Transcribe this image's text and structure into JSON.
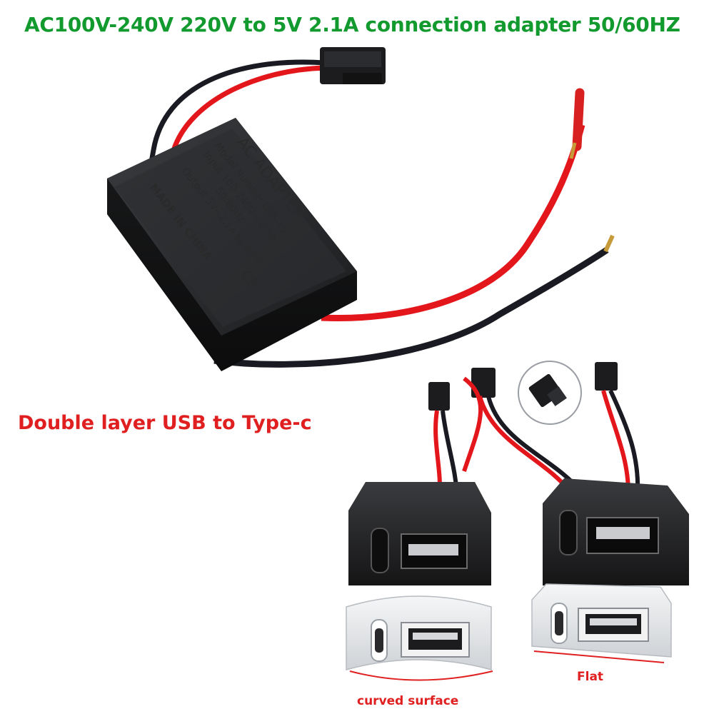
{
  "headline": "AC100V-240V 220V to 5V 2.1A connection adapter 50/60HZ",
  "subheadline": "Double layer USB to Type-c",
  "labels": {
    "curved": "curved surface",
    "flat": "Flat"
  },
  "adapter_label": {
    "line1": "AC ADAPTER",
    "line2": "Model Number DYS-19",
    "line3": "Input 100-240V~ 0.5A",
    "line4": "50/60Hz",
    "line5": "Output 5V⎓2.1A ta 45°C",
    "line6": "MADE IN CHINA",
    "ce": "CE"
  },
  "colors": {
    "headline": "#129a2f",
    "subheadline": "#e02020",
    "red_wire": "#e3161b",
    "black_wire": "#1a1a22",
    "adapter_body": "#222426",
    "socket_black": "#1b1b1d",
    "socket_white": "#e9eaec"
  }
}
